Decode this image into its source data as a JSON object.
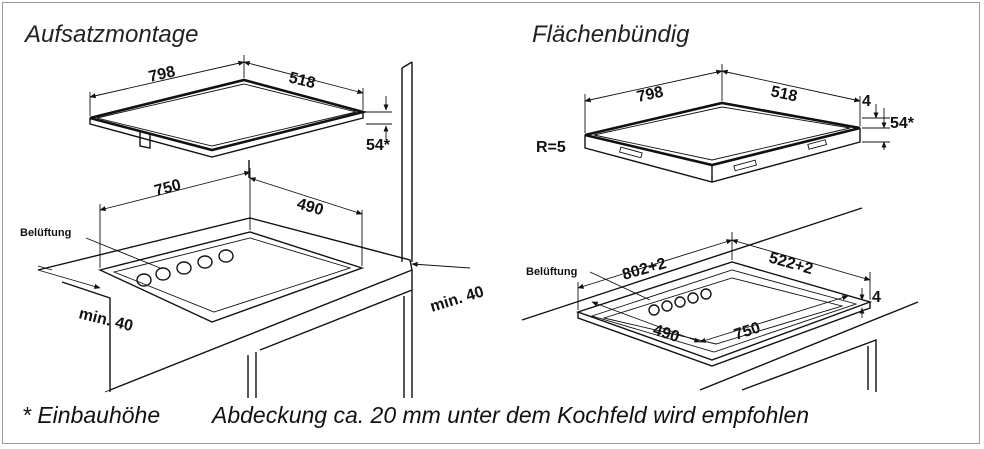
{
  "titles": {
    "left": "Aufsatzmontage",
    "right": "Flächenbündig"
  },
  "left": {
    "dims": {
      "top_width": "798",
      "top_depth": "518",
      "height": "54*",
      "cutout_width": "750",
      "cutout_depth": "490",
      "min_left": "min. 40",
      "min_right": "min. 40"
    },
    "label": "Belüftung"
  },
  "right": {
    "dims": {
      "top_width": "798",
      "top_depth": "518",
      "thickness": "4",
      "height": "54*",
      "radius": "R=5",
      "rebate_width": "802+2",
      "rebate_depth": "522+2",
      "rebate_thickness": "4",
      "cutout_depth": "490",
      "cutout_width": "750"
    },
    "label": "Belüftung"
  },
  "footnote": {
    "left": "* Einbauhöhe",
    "right": "Abdeckung ca. 20 mm unter dem Kochfeld wird empfohlen"
  }
}
